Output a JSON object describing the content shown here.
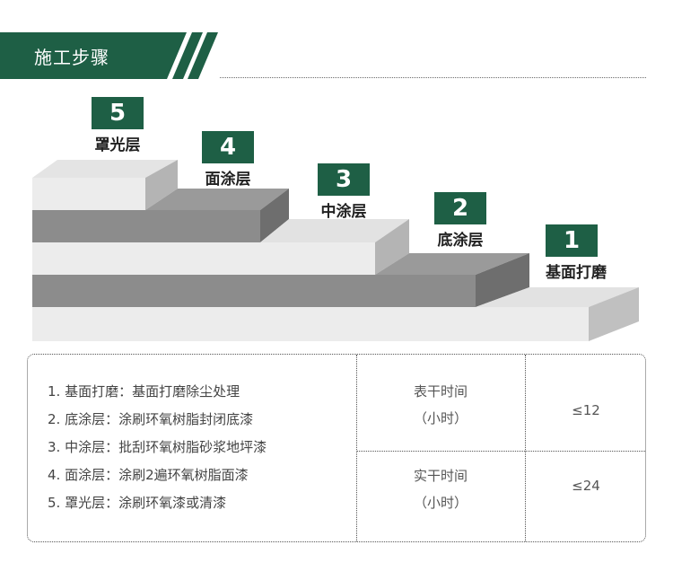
{
  "header": {
    "title": "施工步骤"
  },
  "steps": [
    {
      "number": "5",
      "name": "罩光层"
    },
    {
      "number": "4",
      "name": "面涂层"
    },
    {
      "number": "3",
      "name": "中涂层"
    },
    {
      "number": "2",
      "name": "底涂层"
    },
    {
      "number": "1",
      "name": "基面打磨"
    }
  ],
  "process": {
    "items": [
      "1. 基面打磨：基面打磨除尘处理",
      "2. 底涂层：涂刷环氧树脂封闭底漆",
      "3. 中涂层：批刮环氧树脂砂浆地坪漆",
      "4. 面涂层：涂刷2遍环氧树脂面漆",
      "5. 罩光层：涂刷环氧漆或清漆"
    ],
    "surface_dry": {
      "label": "表干时间",
      "unit": "（小时）",
      "value": "≤12"
    },
    "hard_dry": {
      "label": "实干时间",
      "unit": "（小时）",
      "value": "≤24"
    }
  },
  "colors": {
    "accent": "#1e5f45"
  }
}
